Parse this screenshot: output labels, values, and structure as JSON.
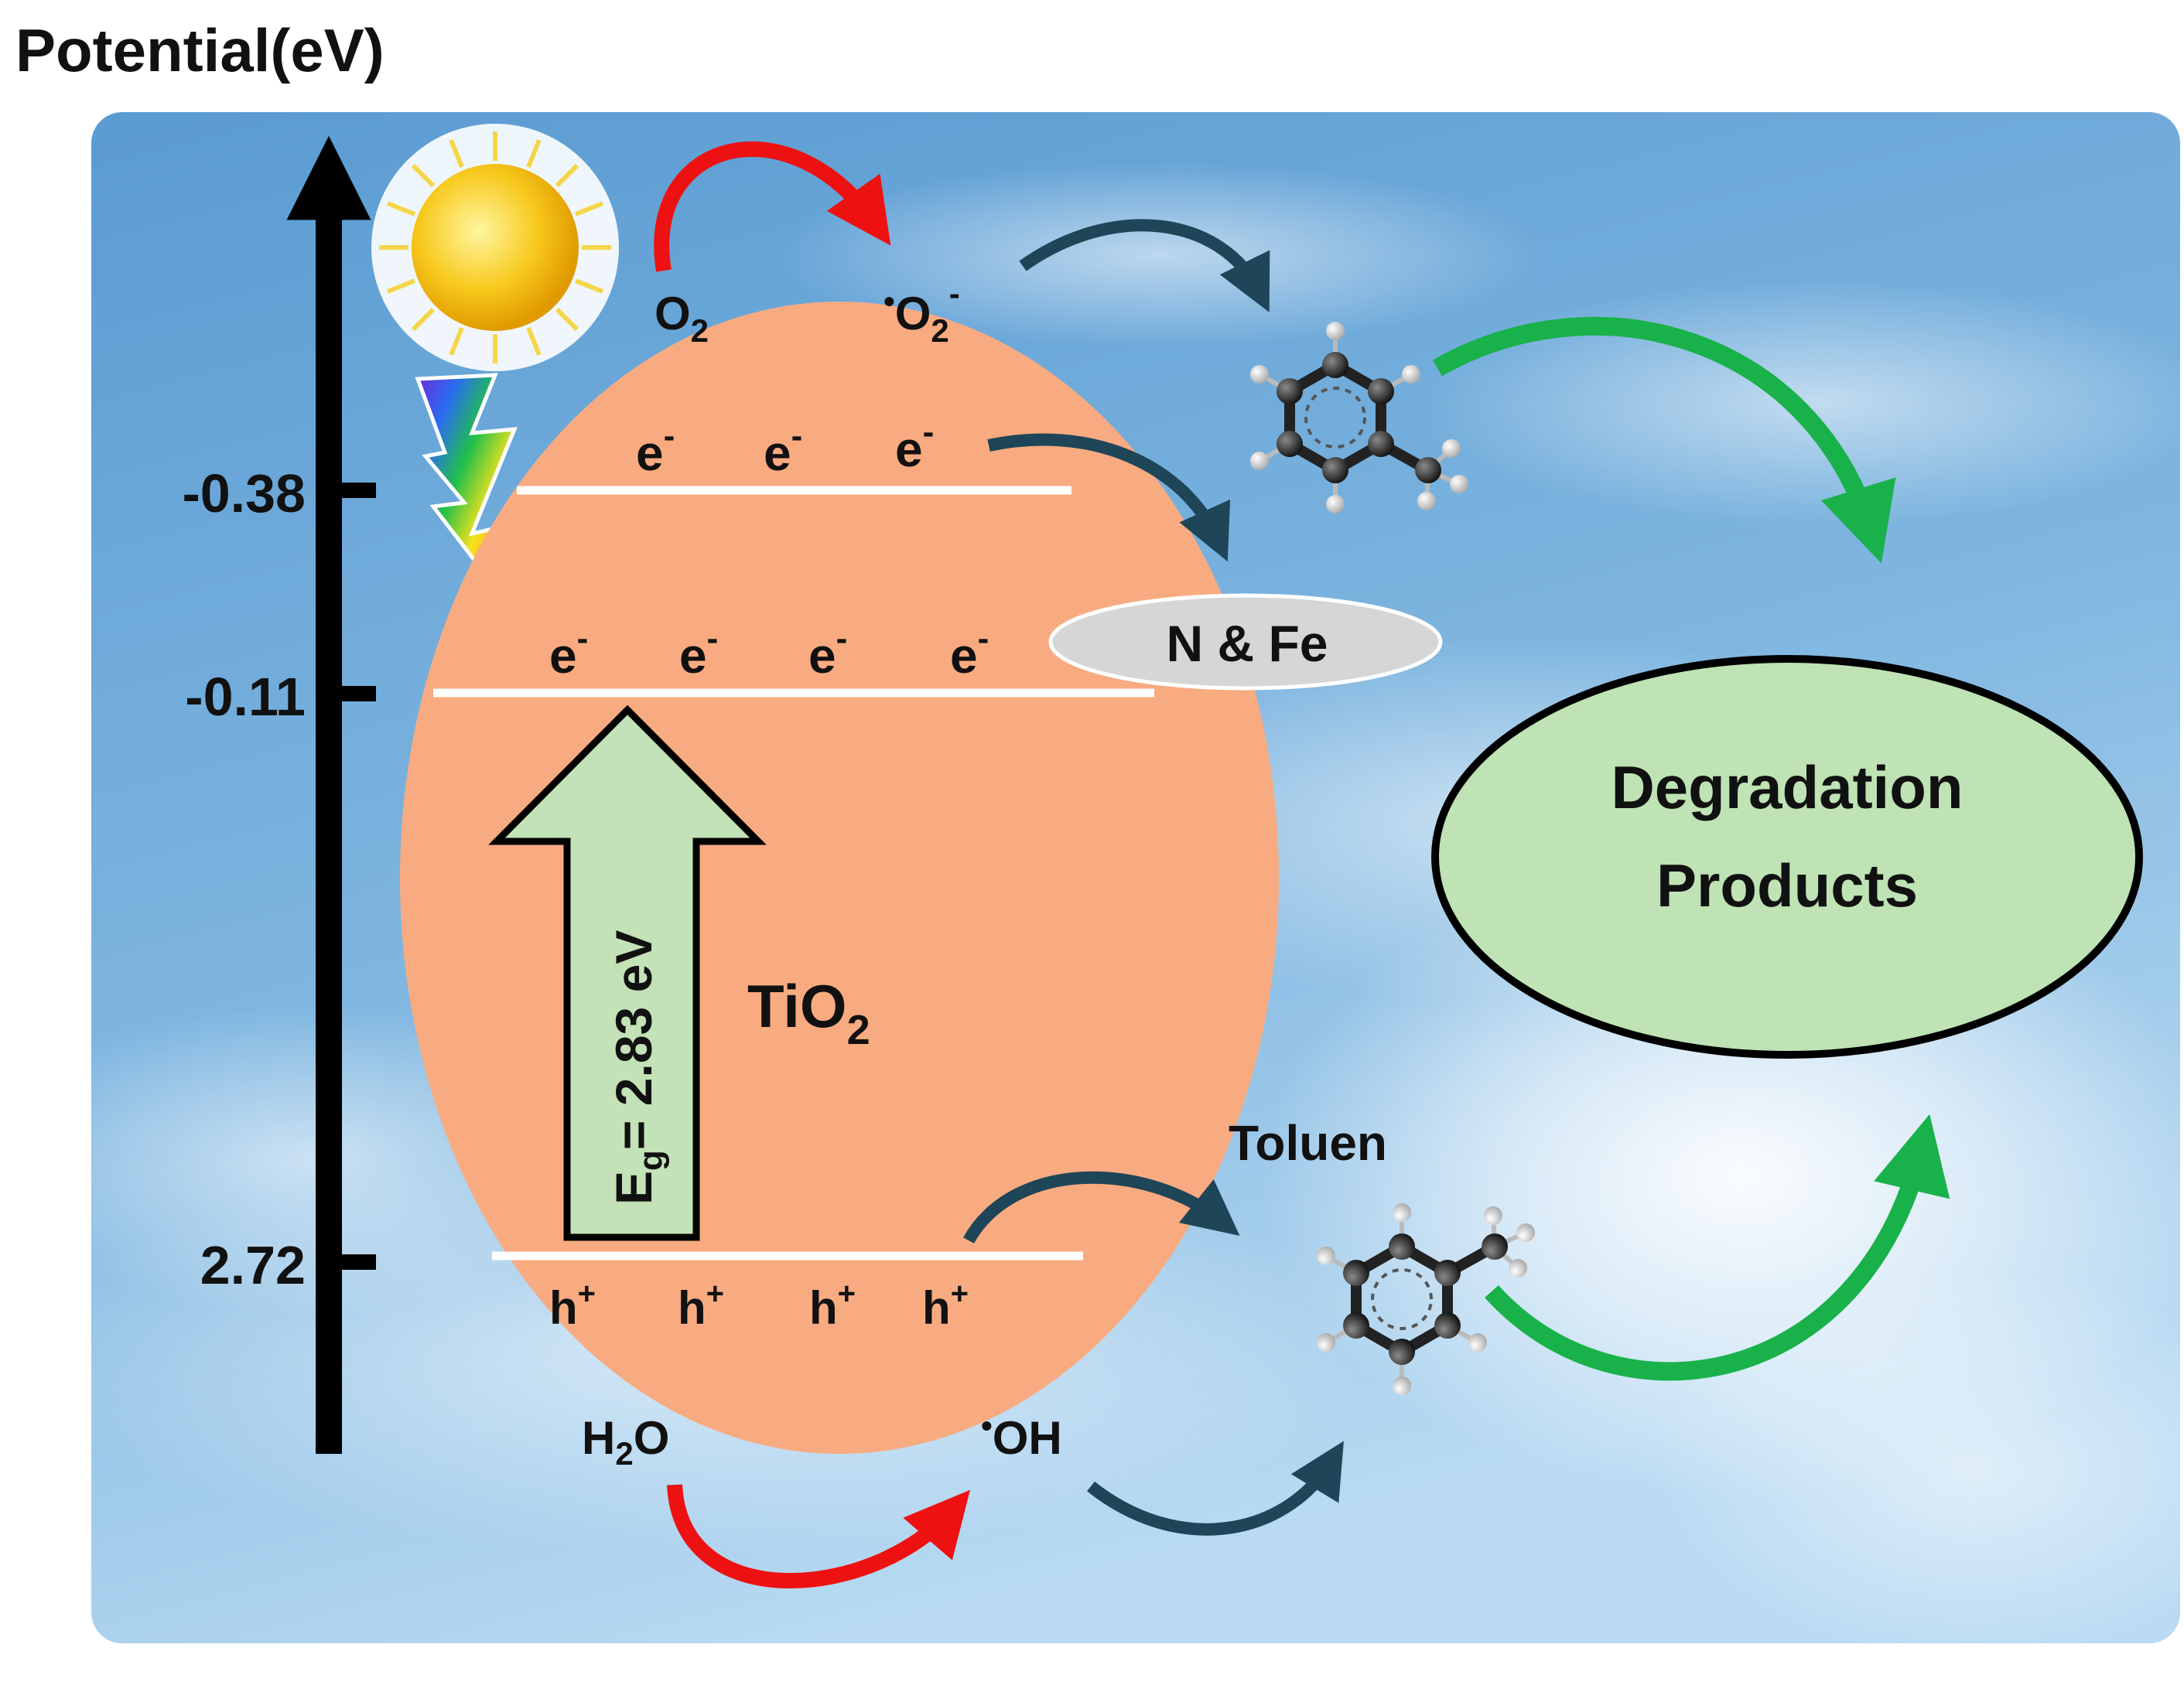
{
  "axis": {
    "title": "Potential(eV)",
    "ticks": [
      {
        "label": "-0.38"
      },
      {
        "label": "-0.11"
      },
      {
        "label": "2.72"
      }
    ]
  },
  "conduction_band": {
    "upper_electrons": [
      "e",
      "e",
      "e"
    ],
    "lower_electrons": [
      "e",
      "e",
      "e",
      "e"
    ],
    "electron_charge": "-"
  },
  "valence_band": {
    "holes": [
      "h",
      "h",
      "h",
      "h"
    ],
    "hole_charge": "+"
  },
  "band_gap": {
    "prefix": "E",
    "subscript": "g",
    "value": "= 2.83 eV"
  },
  "catalyst": {
    "main": "TiO",
    "sub": "2"
  },
  "dopant_label": "N & Fe",
  "species": {
    "o2": {
      "main": "O",
      "sub": "2"
    },
    "superoxide": {
      "radical_dot": "•",
      "main": "O",
      "sub": "2",
      "sup": "-"
    },
    "water": {
      "pre": "H",
      "sub": "2",
      "post": "O"
    },
    "hydroxyl": {
      "radical_dot": "•",
      "main": "OH"
    },
    "pollutant": "Toluen"
  },
  "products": {
    "line1": "Degradation",
    "line2": "Products"
  },
  "colors": {
    "sky_top": "#5d9ed4",
    "sky_bottom": "#c9e3f5",
    "particle": "#f8ab80",
    "gap_arrow": "#c3e2b7",
    "products_fill": "#bfe3b4",
    "dopant_fill": "#d6d6d6",
    "red_arrow": "#ee1111",
    "dark_arrow": "#1f4558",
    "green_arrow": "#19b14a",
    "band_line": "#ffffff",
    "text": "#111111"
  },
  "icons": [
    "sun-icon",
    "rainbow-lightning-icon",
    "toluene-molecule-icon"
  ]
}
